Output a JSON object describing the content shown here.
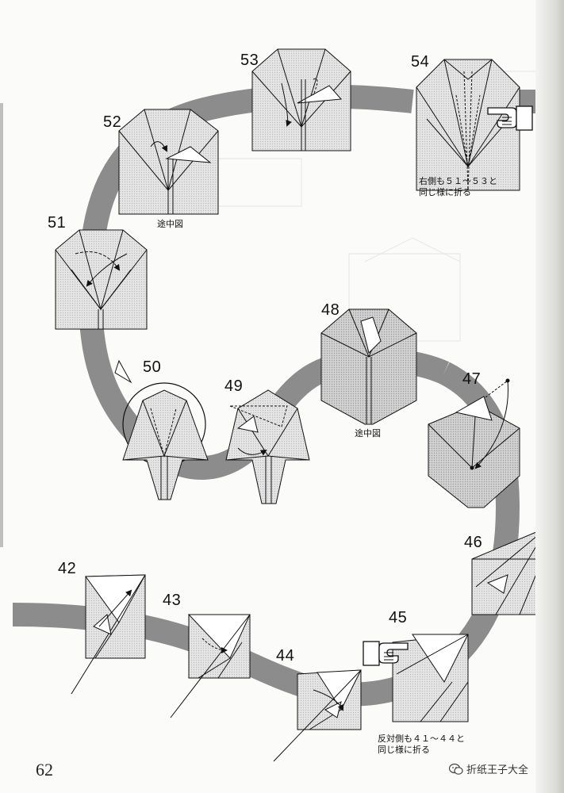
{
  "page_number": "62",
  "watermark": "折纸王子大全",
  "steps": [
    {
      "id": "42",
      "label": "42"
    },
    {
      "id": "43",
      "label": "43"
    },
    {
      "id": "44",
      "label": "44"
    },
    {
      "id": "45",
      "label": "45"
    },
    {
      "id": "46",
      "label": "46"
    },
    {
      "id": "47",
      "label": "47"
    },
    {
      "id": "48",
      "label": "48"
    },
    {
      "id": "49",
      "label": "49"
    },
    {
      "id": "50",
      "label": "50"
    },
    {
      "id": "51",
      "label": "51"
    },
    {
      "id": "52",
      "label": "52"
    },
    {
      "id": "53",
      "label": "53"
    },
    {
      "id": "54",
      "label": "54"
    }
  ],
  "captions": {
    "in_progress_52": "途中図",
    "in_progress_48": "途中図",
    "note_54_line1": "右側も５１～５３と",
    "note_54_line2": "同じ様に折る",
    "note_45_line1": "反対側も４１～４４と",
    "note_45_line2": "同じ様に折る"
  },
  "colors": {
    "path": "#8c8c8c",
    "paper": "#dcdcdc",
    "paper_light": "#ededed",
    "line": "#111111"
  },
  "icons": [
    "pointing-hand-icon",
    "wechat-icon"
  ]
}
